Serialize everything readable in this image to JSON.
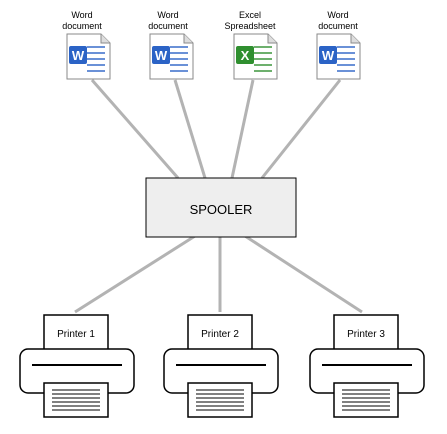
{
  "documents": [
    {
      "label": "Word\ndocument",
      "icon": "word-document-icon",
      "icon_letter": "W",
      "color": "#2b63c6"
    },
    {
      "label": "Word\ndocument",
      "icon": "word-document-icon",
      "icon_letter": "W",
      "color": "#2b63c6"
    },
    {
      "label": "Excel\nSpreadsheet",
      "icon": "excel-spreadsheet-icon",
      "icon_letter": "X",
      "color": "#2f8f2f"
    },
    {
      "label": "Word\ndocument",
      "icon": "word-document-icon",
      "icon_letter": "W",
      "color": "#2b63c6"
    }
  ],
  "spooler": {
    "label": "SPOOLER"
  },
  "printers": [
    {
      "label": "Printer 1"
    },
    {
      "label": "Printer 2"
    },
    {
      "label": "Printer 3"
    }
  ],
  "colors": {
    "connector": "#b3b3b3",
    "spooler_fill": "#eeeeee",
    "outline": "#000000"
  }
}
